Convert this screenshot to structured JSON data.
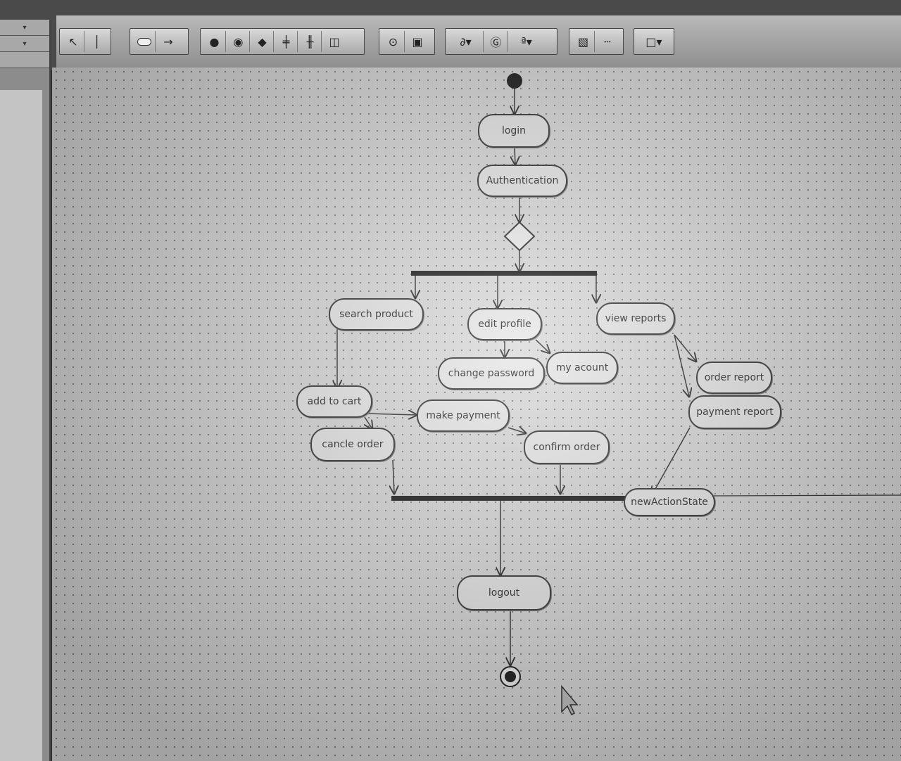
{
  "toolbar": {
    "groups": [
      {
        "tools": [
          "pointer-icon",
          "broadcast-icon"
        ]
      },
      {
        "tools": [
          "action-state-icon",
          "transition-arrow-icon"
        ]
      },
      {
        "tools": [
          "initial-state-icon",
          "final-state-icon",
          "decision-icon",
          "fork-icon",
          "join-icon",
          "swimlane-icon"
        ]
      },
      {
        "tools": [
          "object-flow-icon",
          "object-icon"
        ]
      },
      {
        "tools": [
          "note-icon",
          "constraint-icon",
          "property-icon"
        ]
      },
      {
        "tools": [
          "document-icon",
          "separator-icon"
        ]
      },
      {
        "tools": [
          "shape-dropdown-icon"
        ]
      }
    ]
  },
  "diagram": {
    "nodes": {
      "login": "login",
      "authentication": "Authentication",
      "search_product": "search product",
      "edit_profile": "edit profile",
      "view_reports": "view reports",
      "change_password": "change password",
      "my_account": "my acount",
      "add_to_cart": "add to cart",
      "make_payment": "make payment",
      "cancel_order": "cancle order",
      "confirm_order": "confirm order",
      "order_report": "order report",
      "payment_report": "payment report",
      "new_action_state": "newActionState",
      "logout": "logout"
    }
  },
  "colors": {
    "canvas": "#d8d8d8",
    "node_fill": "#e6e6e6",
    "ink": "#222222",
    "toolbar": "#a9a9a9"
  }
}
